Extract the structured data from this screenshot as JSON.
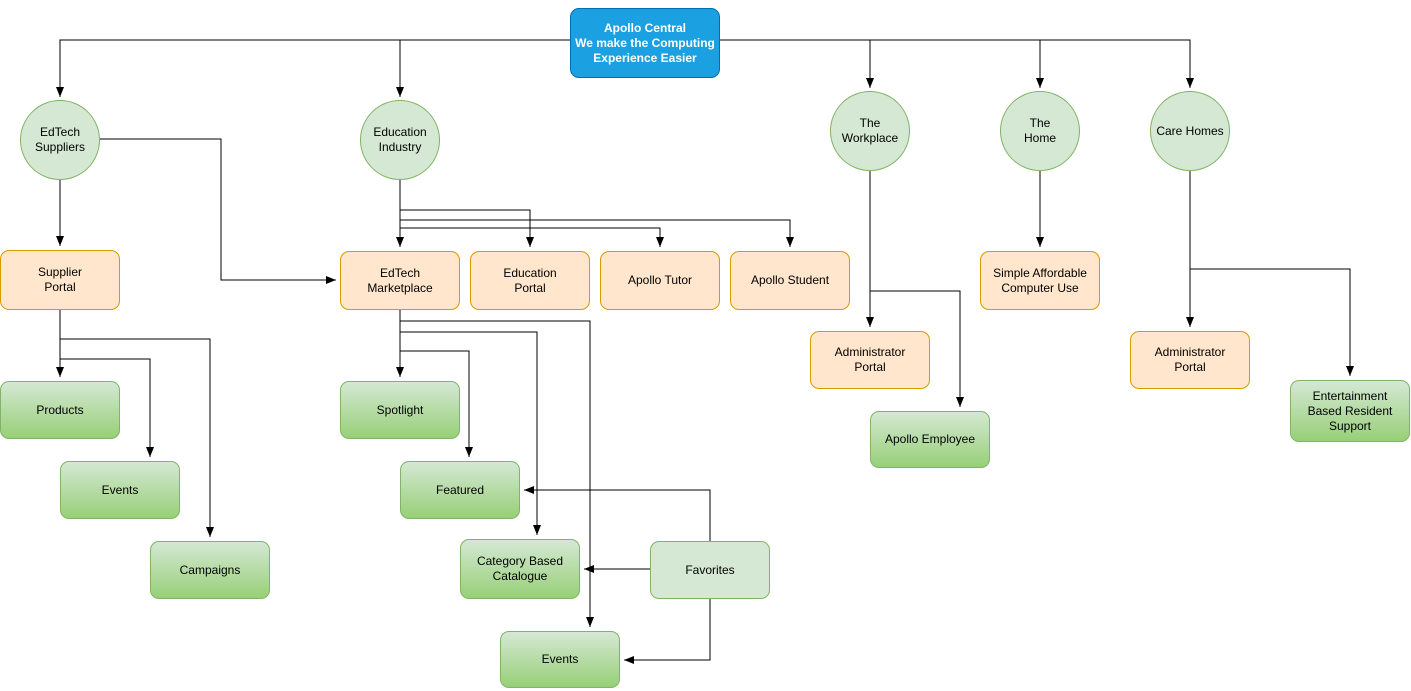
{
  "diagram": {
    "type": "flowchart",
    "title_node": "Apollo Central",
    "colors": {
      "root_fill": "#1ba1e2",
      "root_border": "#006eaf",
      "root_text": "#ffffff",
      "circle_fill": "#d5e8d4",
      "green_border": "#82b366",
      "green_gradient_bottom": "#97d077",
      "orange_fill": "#ffe6cc",
      "orange_border": "#d79b00",
      "connector": "#000000",
      "text": "#000000"
    },
    "nodes": {
      "apollo_central": {
        "label": "Apollo Central\nWe make the Computing\nExperience Easier"
      },
      "edtech_suppliers": {
        "label": "EdTech\nSuppliers"
      },
      "education_industry": {
        "label": "Education\nIndustry"
      },
      "the_workplace": {
        "label": "The\nWorkplace"
      },
      "the_home": {
        "label": "The\nHome"
      },
      "care_homes": {
        "label": "Care Homes"
      },
      "supplier_portal": {
        "label": "Supplier\nPortal"
      },
      "edtech_marketplace": {
        "label": "EdTech\nMarketplace"
      },
      "education_portal": {
        "label": "Education\nPortal"
      },
      "apollo_tutor": {
        "label": "Apollo Tutor"
      },
      "apollo_student": {
        "label": "Apollo Student"
      },
      "simple_affordable_computer_use": {
        "label": "Simple Affordable\nComputer Use"
      },
      "administrator_portal_workplace": {
        "label": "Administrator\nPortal"
      },
      "administrator_portal_care_homes": {
        "label": "Administrator\nPortal"
      },
      "products": {
        "label": "Products"
      },
      "events_supplier": {
        "label": "Events"
      },
      "campaigns": {
        "label": "Campaigns"
      },
      "spotlight": {
        "label": "Spotlight"
      },
      "featured": {
        "label": "Featured"
      },
      "category_based_catalogue": {
        "label": "Category Based\nCatalogue"
      },
      "events_marketplace": {
        "label": "Events"
      },
      "favorites": {
        "label": "Favorites"
      },
      "apollo_employee": {
        "label": "Apollo Employee"
      },
      "entertainment_based_resident_support": {
        "label": "Entertainment\nBased Resident\nSupport"
      }
    },
    "edges": [
      {
        "from": "apollo_central",
        "to": "edtech_suppliers"
      },
      {
        "from": "apollo_central",
        "to": "education_industry"
      },
      {
        "from": "apollo_central",
        "to": "the_workplace"
      },
      {
        "from": "apollo_central",
        "to": "the_home"
      },
      {
        "from": "apollo_central",
        "to": "care_homes"
      },
      {
        "from": "edtech_suppliers",
        "to": "supplier_portal"
      },
      {
        "from": "edtech_suppliers",
        "to": "edtech_marketplace"
      },
      {
        "from": "education_industry",
        "to": "edtech_marketplace"
      },
      {
        "from": "education_industry",
        "to": "education_portal"
      },
      {
        "from": "education_industry",
        "to": "apollo_tutor"
      },
      {
        "from": "education_industry",
        "to": "apollo_student"
      },
      {
        "from": "supplier_portal",
        "to": "products"
      },
      {
        "from": "supplier_portal",
        "to": "events_supplier"
      },
      {
        "from": "supplier_portal",
        "to": "campaigns"
      },
      {
        "from": "edtech_marketplace",
        "to": "spotlight"
      },
      {
        "from": "edtech_marketplace",
        "to": "featured"
      },
      {
        "from": "edtech_marketplace",
        "to": "category_based_catalogue"
      },
      {
        "from": "edtech_marketplace",
        "to": "events_marketplace"
      },
      {
        "from": "the_workplace",
        "to": "administrator_portal_workplace"
      },
      {
        "from": "the_workplace",
        "to": "apollo_employee"
      },
      {
        "from": "the_home",
        "to": "simple_affordable_computer_use"
      },
      {
        "from": "care_homes",
        "to": "administrator_portal_care_homes"
      },
      {
        "from": "care_homes",
        "to": "entertainment_based_resident_support"
      },
      {
        "from": "favorites",
        "to": "featured"
      },
      {
        "from": "favorites",
        "to": "category_based_catalogue"
      },
      {
        "from": "favorites",
        "to": "events_marketplace"
      }
    ]
  }
}
